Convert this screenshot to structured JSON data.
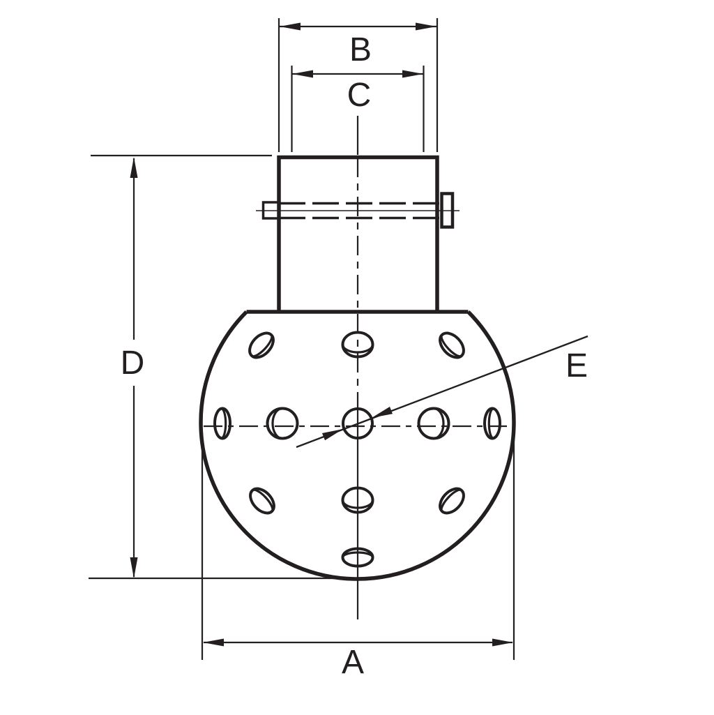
{
  "drawing": {
    "type_note": "technical dimension drawing of a spray ball with perforated spherical body and pinned neck",
    "labels": {
      "width_b": "B",
      "width_c": "C",
      "height_d": "D",
      "diameter_a": "A",
      "hole_e": "E"
    },
    "colors": {
      "ink": "#231f20",
      "background": "#ffffff"
    }
  }
}
